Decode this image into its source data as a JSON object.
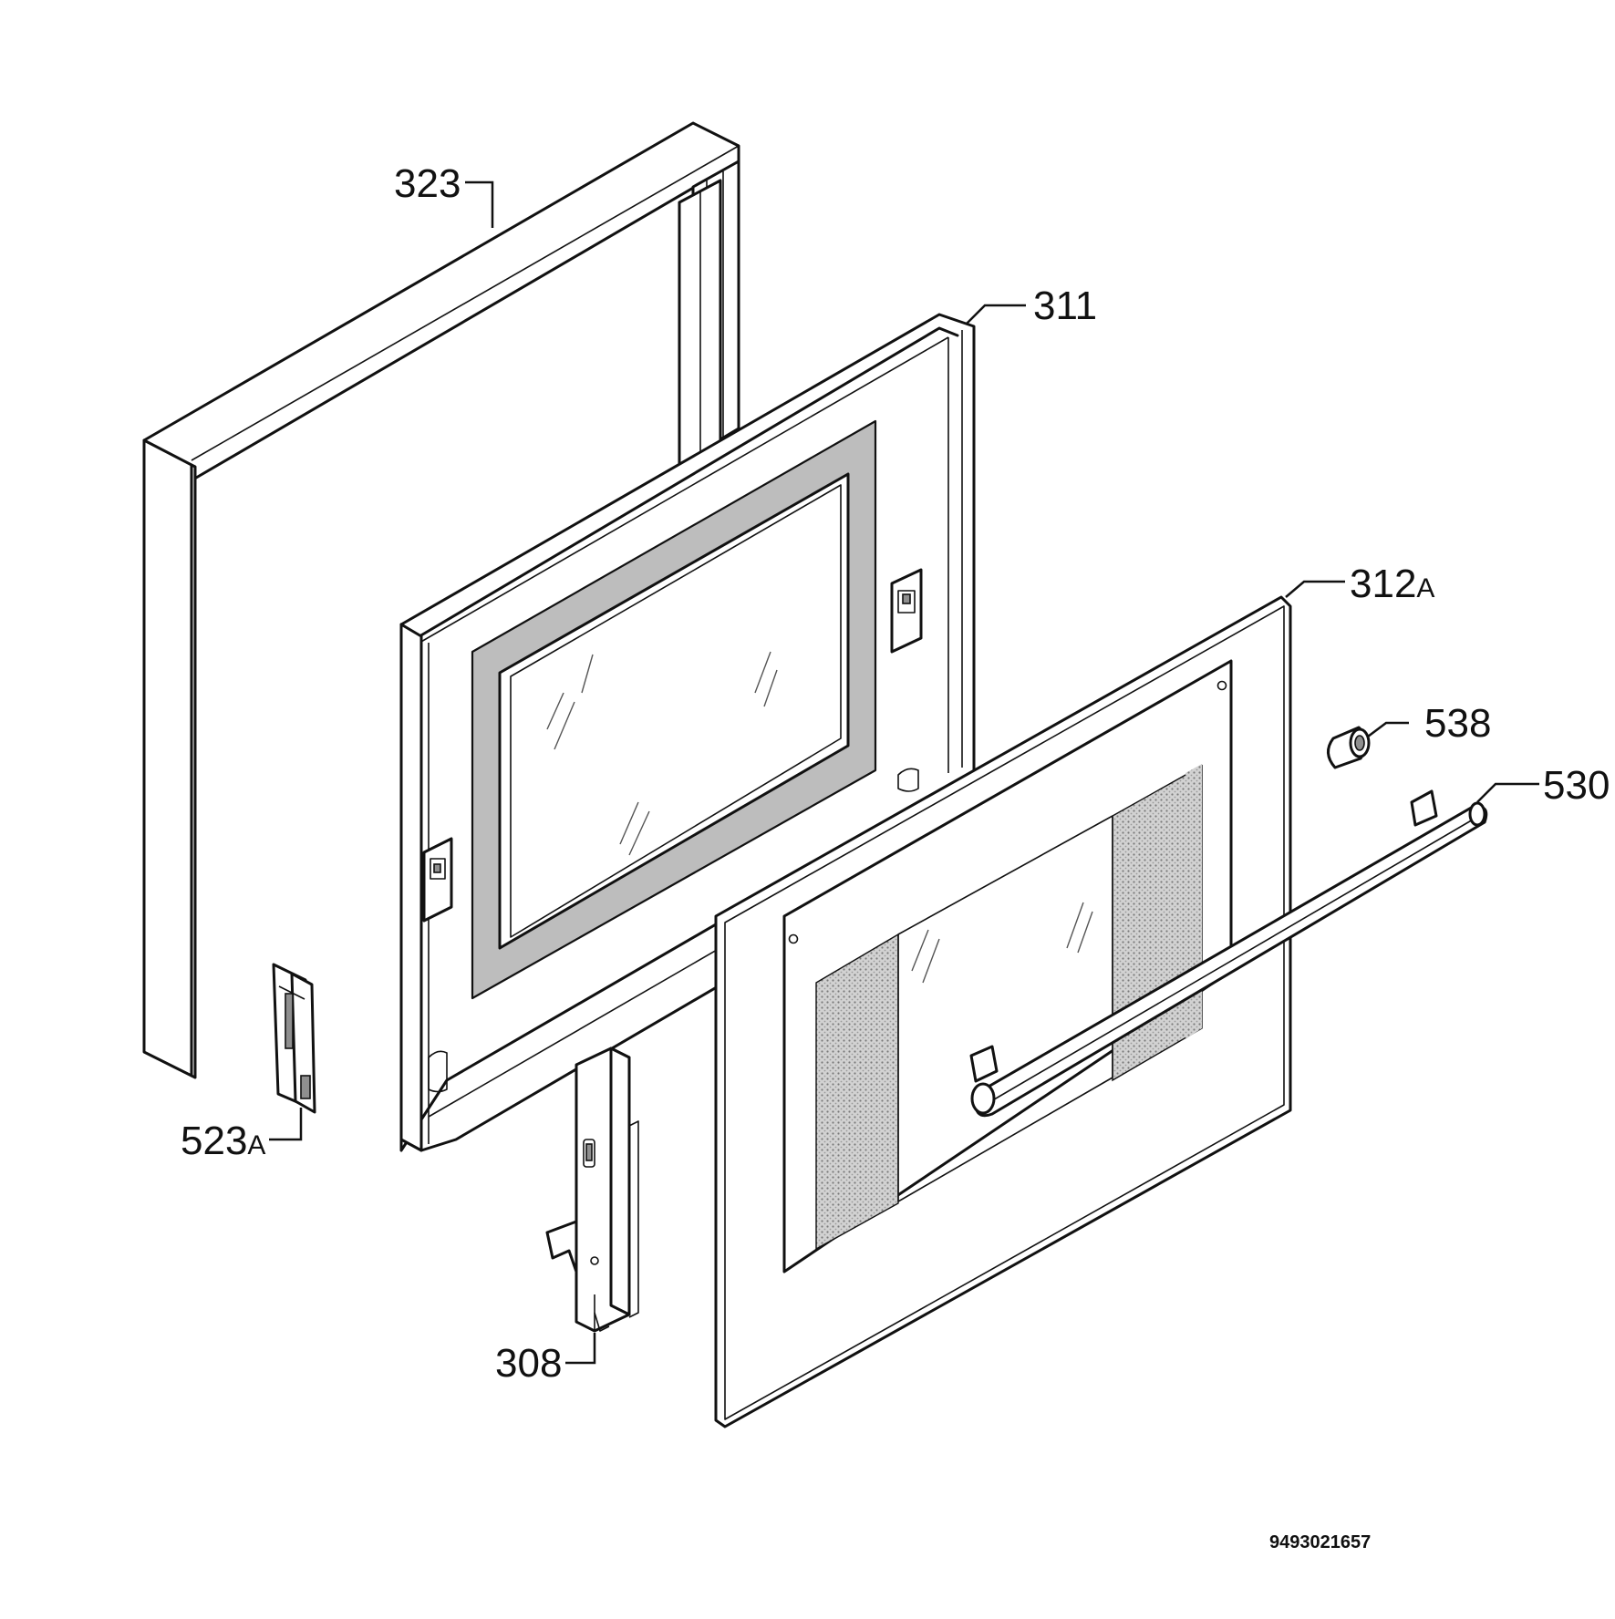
{
  "diagram": {
    "doc_number": "9493021657",
    "labels": {
      "p323": "323",
      "p311": "311",
      "p312": "312",
      "p312_suffix": "A",
      "p538": "538",
      "p530": "530",
      "p523": "523",
      "p523_suffix": "A",
      "p308": "308"
    }
  }
}
